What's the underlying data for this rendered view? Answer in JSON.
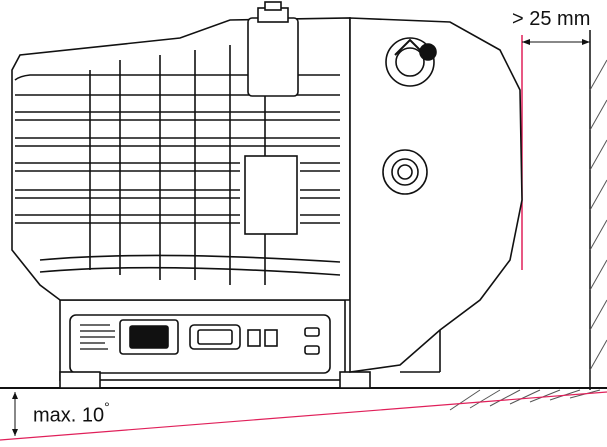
{
  "annotations": {
    "clearance_label": "> 25 mm",
    "tilt_label": "max. 10",
    "tilt_unit": "°"
  },
  "colors": {
    "line": "#111111",
    "accent": "#e0205a",
    "hatch": "#555555",
    "background": "#ffffff"
  },
  "icons": [
    "pump-illustration",
    "wall-hatch",
    "floor-hatch",
    "power-socket-icon",
    "serial-port-icon",
    "switch-icon"
  ]
}
